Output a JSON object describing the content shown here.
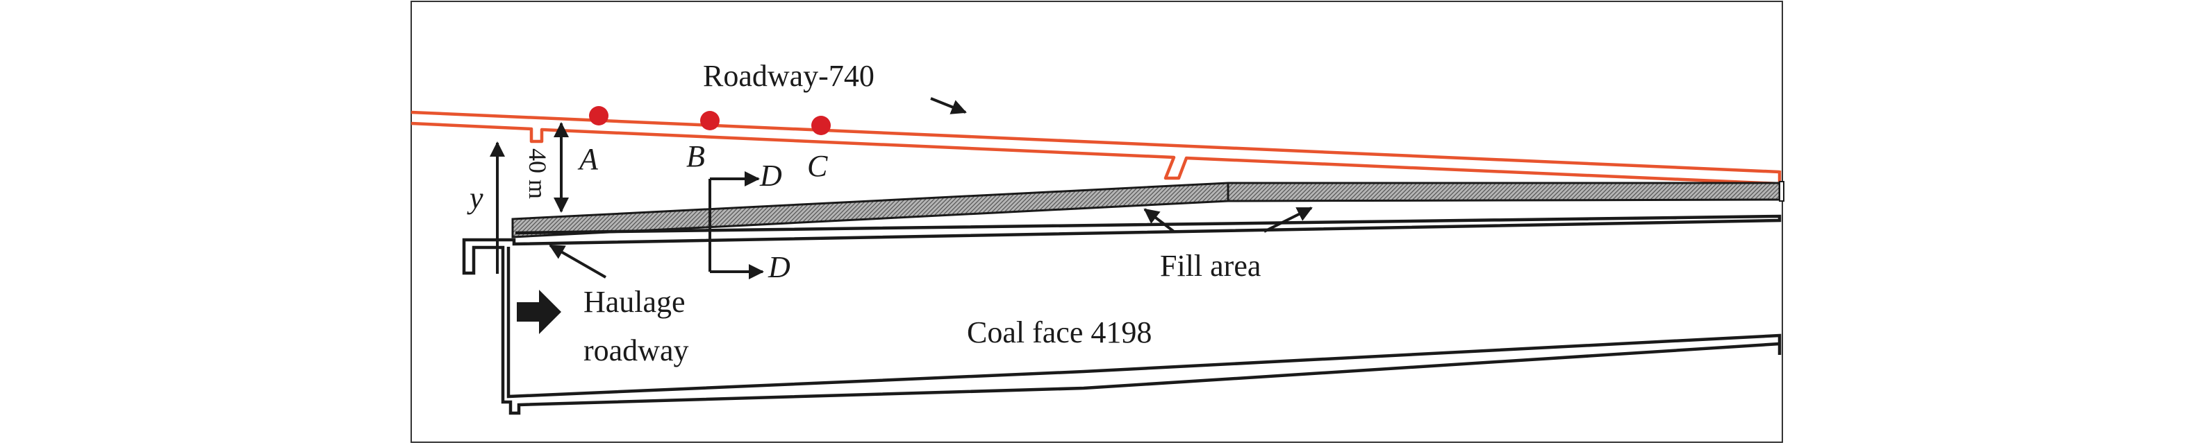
{
  "labels": {
    "roadway_740": "Roadway-740",
    "point_a": "A",
    "point_b": "B",
    "point_c": "C",
    "distance_40m": "40 m",
    "axis_y": "y",
    "section_d_top": "D",
    "section_d_bottom": "D",
    "fill_area": "Fill area",
    "haulage_line1": "Haulage",
    "haulage_line2": "roadway",
    "coal_face": "Coal face 4198"
  },
  "colors": {
    "roadway_line": "#e8542e",
    "point_marker": "#d81f26",
    "ink": "#1a1a1a",
    "fill_hatch": "#8c8c8c",
    "frame": "#333333"
  },
  "icons": {
    "haulage_arrow": "bold-right-arrow-icon"
  }
}
